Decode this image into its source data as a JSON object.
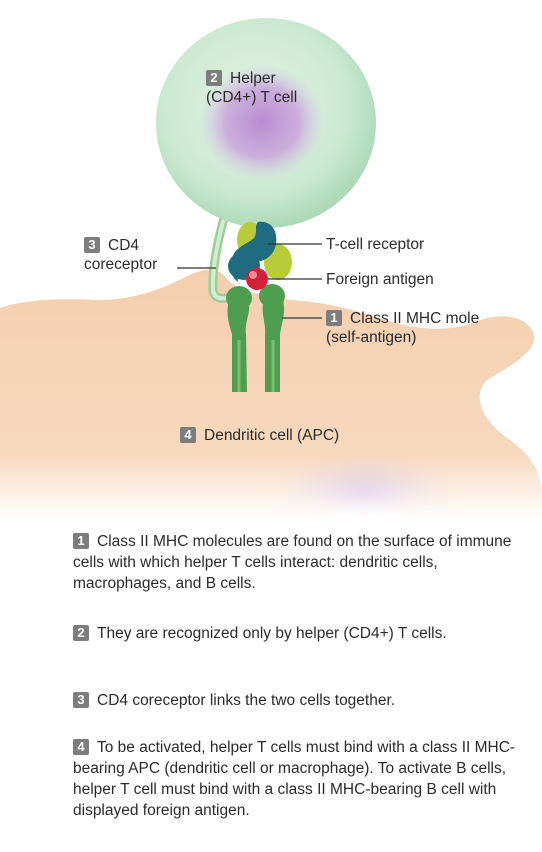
{
  "labels": {
    "helper_cell": {
      "num": "2",
      "line1": "Helper",
      "line2": "(CD4+) T cell"
    },
    "cd4": {
      "num": "3",
      "line1": "CD4",
      "line2": "coreceptor"
    },
    "tcr": "T-cell receptor",
    "antigen": "Foreign antigen",
    "mhc": {
      "num": "1",
      "line1": "Class II MHC mole",
      "line2": "(self-antigen)"
    },
    "dendritic": {
      "num": "4",
      "text": "Dendritic cell (APC)"
    }
  },
  "notes": [
    {
      "num": "1",
      "text": "Class II MHC molecules are found on the surface of immune cells with which helper T cells interact: dendritic cells, macrophages, and B cells."
    },
    {
      "num": "2",
      "text": "They are recognized only by helper (CD4+) T cells."
    },
    {
      "num": "3",
      "text": "CD4 coreceptor links the two cells together."
    },
    {
      "num": "4",
      "text": "To be activated, helper T cells must bind with a class II MHC-bearing APC (dendritic cell or macrophage). To activate B cells, helper T cell must bind with a class II MHC-bearing B cell with displayed foreign antigen."
    }
  ],
  "colors": {
    "t_cell": "#c8e8cf",
    "t_nucleus": "#c7a0d6",
    "dendritic_cell": "#f1c7a2",
    "mhc": "#4f9e50",
    "tcr_teal": "#1f6b7f",
    "tcr_lime": "#b8cc3a",
    "antigen": "#d81f3a"
  }
}
